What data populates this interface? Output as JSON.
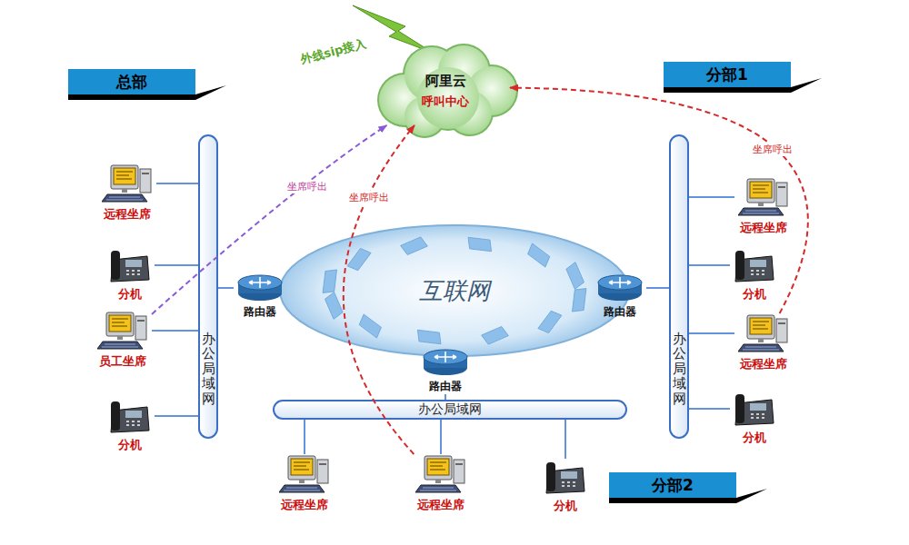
{
  "diagram": {
    "nodes": [
      {
        "text": [
          "总部"
        ]
      },
      {
        "text": [
          "分部1"
        ]
      },
      {
        "text": [
          "阿里云",
          "呼叫中心"
        ]
      },
      {
        "text": [
          "办公局域网"
        ]
      },
      {
        "text": [
          "远程坐席"
        ]
      },
      {
        "text": [
          "分机"
        ]
      },
      {
        "text": [
          "员工坐席"
        ]
      },
      {
        "text": [
          "分机"
        ]
      },
      {
        "text": [
          "互联网"
        ]
      },
      {
        "text": [
          "路由器"
        ]
      },
      {
        "text": [
          "路由器"
        ]
      },
      {
        "text": [
          "办公局域网"
        ]
      },
      {
        "text": [
          "远程坐席"
        ]
      },
      {
        "text": [
          "分机"
        ]
      },
      {
        "text": [
          "远程坐席"
        ]
      },
      {
        "text": [
          "分机"
        ]
      },
      {
        "text": [
          "路由器"
        ]
      },
      {
        "text": [
          "办公局域网"
        ]
      },
      {
        "text": [
          "远程坐席"
        ]
      },
      {
        "text": [
          "远程坐席"
        ]
      },
      {
        "text": [
          "分机"
        ]
      },
      {
        "text": [
          "分部2"
        ]
      }
    ],
    "edges": [
      {
        "from": 3,
        "to": 4,
        "arrow": "none"
      },
      {
        "from": 3,
        "to": 5,
        "arrow": "none"
      },
      {
        "from": 3,
        "to": 6,
        "arrow": "none"
      },
      {
        "from": 3,
        "to": 7,
        "arrow": "none"
      },
      {
        "from": 3,
        "to": 9,
        "arrow": "none"
      },
      {
        "from": 11,
        "to": 12,
        "arrow": "none"
      },
      {
        "from": 11,
        "to": 13,
        "arrow": "none"
      },
      {
        "from": 11,
        "to": 14,
        "arrow": "none"
      },
      {
        "from": 11,
        "to": 15,
        "arrow": "none"
      },
      {
        "from": 11,
        "to": 10,
        "arrow": "none"
      },
      {
        "from": 16,
        "to": 17,
        "arrow": "none"
      },
      {
        "from": 17,
        "to": 18,
        "arrow": "none"
      },
      {
        "from": 17,
        "to": 19,
        "arrow": "none"
      },
      {
        "from": 17,
        "to": 20,
        "arrow": "none"
      },
      {
        "from": 6,
        "to": 2,
        "label": "坐席呼出",
        "arrow": "to"
      },
      {
        "from": 19,
        "to": 2,
        "label": "坐席呼出",
        "arrow": "to"
      },
      {
        "from": 14,
        "to": 2,
        "label": "坐席呼出",
        "arrow": "to"
      }
    ],
    "labels": [
      "外线sip接入"
    ]
  }
}
